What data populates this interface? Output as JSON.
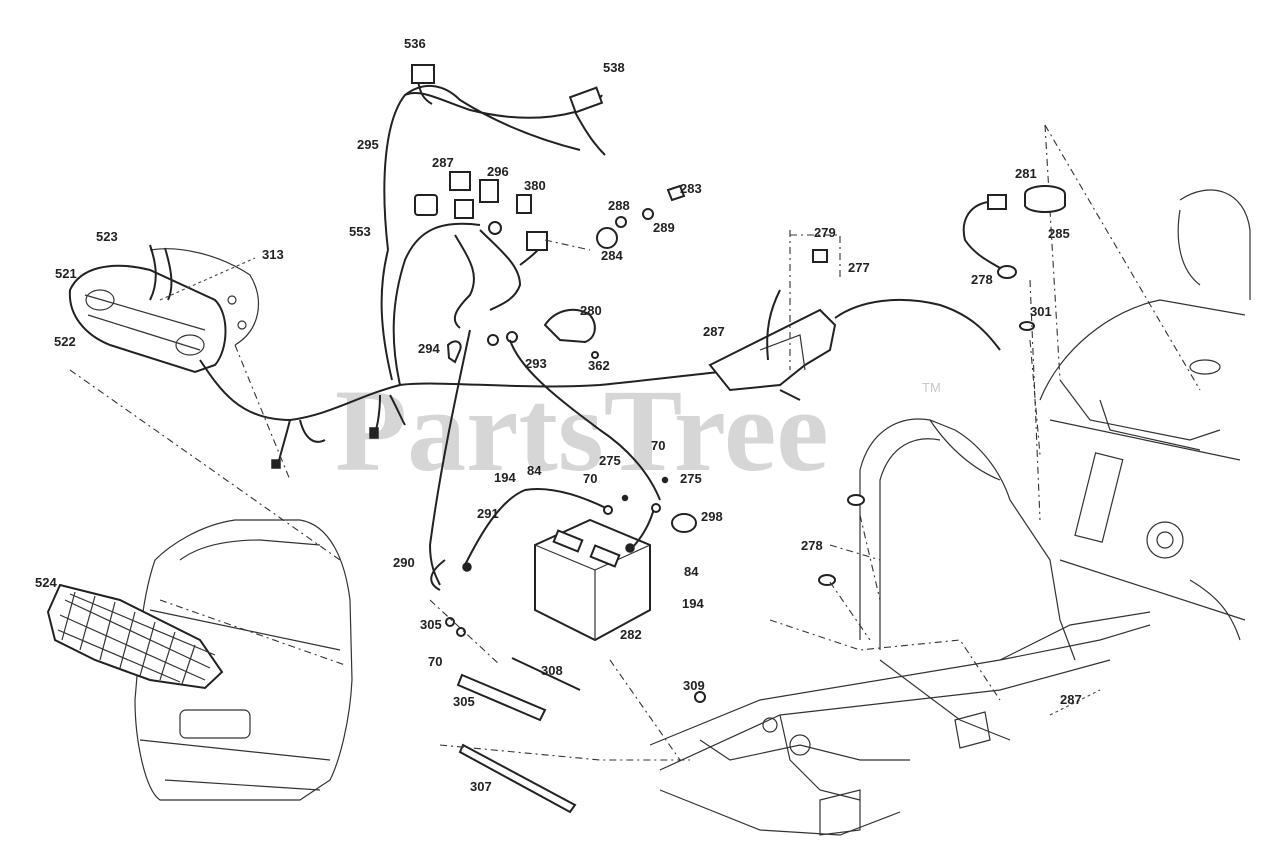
{
  "watermark": {
    "text": "PartsTree",
    "trademark": "TM"
  },
  "callouts": [
    {
      "id": "c-536",
      "text": "536"
    },
    {
      "id": "c-538",
      "text": "538"
    },
    {
      "id": "c-295",
      "text": "295"
    },
    {
      "id": "c-287a",
      "text": "287"
    },
    {
      "id": "c-296",
      "text": "296"
    },
    {
      "id": "c-380",
      "text": "380"
    },
    {
      "id": "c-288",
      "text": "288"
    },
    {
      "id": "c-283",
      "text": "283"
    },
    {
      "id": "c-289",
      "text": "289"
    },
    {
      "id": "c-284",
      "text": "284"
    },
    {
      "id": "c-281",
      "text": "281"
    },
    {
      "id": "c-285",
      "text": "285"
    },
    {
      "id": "c-279",
      "text": "279"
    },
    {
      "id": "c-277",
      "text": "277"
    },
    {
      "id": "c-278a",
      "text": "278"
    },
    {
      "id": "c-301",
      "text": "301"
    },
    {
      "id": "c-553",
      "text": "553"
    },
    {
      "id": "c-523",
      "text": "523"
    },
    {
      "id": "c-313",
      "text": "313"
    },
    {
      "id": "c-521",
      "text": "521"
    },
    {
      "id": "c-522",
      "text": "522"
    },
    {
      "id": "c-280",
      "text": "280"
    },
    {
      "id": "c-287b",
      "text": "287"
    },
    {
      "id": "c-294",
      "text": "294"
    },
    {
      "id": "c-293",
      "text": "293"
    },
    {
      "id": "c-362",
      "text": "362"
    },
    {
      "id": "c-70a",
      "text": "70"
    },
    {
      "id": "c-275a",
      "text": "275"
    },
    {
      "id": "c-70b",
      "text": "70"
    },
    {
      "id": "c-275b",
      "text": "275"
    },
    {
      "id": "c-194a",
      "text": "194"
    },
    {
      "id": "c-84a",
      "text": "84"
    },
    {
      "id": "c-291",
      "text": "291"
    },
    {
      "id": "c-298",
      "text": "298"
    },
    {
      "id": "c-278b",
      "text": "278"
    },
    {
      "id": "c-290",
      "text": "290"
    },
    {
      "id": "c-84b",
      "text": "84"
    },
    {
      "id": "c-194b",
      "text": "194"
    },
    {
      "id": "c-282",
      "text": "282"
    },
    {
      "id": "c-524",
      "text": "524"
    },
    {
      "id": "c-305a",
      "text": "305"
    },
    {
      "id": "c-70c",
      "text": "70"
    },
    {
      "id": "c-308",
      "text": "308"
    },
    {
      "id": "c-309",
      "text": "309"
    },
    {
      "id": "c-305b",
      "text": "305"
    },
    {
      "id": "c-287c",
      "text": "287"
    },
    {
      "id": "c-307",
      "text": "307"
    }
  ]
}
